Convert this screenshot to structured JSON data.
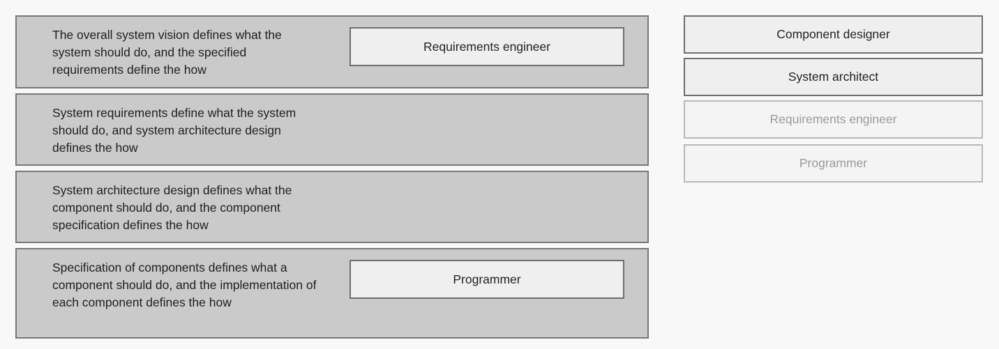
{
  "statements": [
    {
      "text": "The overall system vision defines what the system should do, and the specified requirements define the how",
      "answer": "Requirements engineer"
    },
    {
      "text": "System requirements define what the system should do, and system architecture design defines the how",
      "answer": ""
    },
    {
      "text": "System architecture design defines what the component should do, and the component specification defines the how",
      "answer": ""
    },
    {
      "text": "Specification of components defines what a component should do, and the implementation of each component defines the how",
      "answer": "Programmer"
    }
  ],
  "bank": [
    {
      "label": "Component designer",
      "used": false
    },
    {
      "label": "System architect",
      "used": false
    },
    {
      "label": "Requirements engineer",
      "used": true
    },
    {
      "label": "Programmer",
      "used": true
    }
  ]
}
